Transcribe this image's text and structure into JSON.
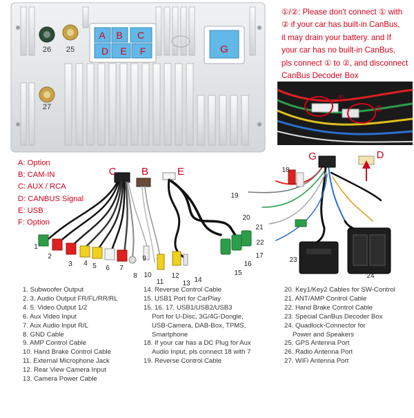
{
  "note": {
    "lines": [
      "①/②: Please don't connect ① with",
      "② if your car has built-in CanBus,",
      "it may drain your battery. and If",
      "your car has no built-in CanBus,",
      "pls connect ① to ②, and disconnect",
      "CanBus Decoder Box"
    ]
  },
  "connector_letters": {
    "A": "A",
    "B": "B",
    "C": "C",
    "D": "D",
    "E": "E",
    "F": "F",
    "G": "G"
  },
  "port_numbers": {
    "p25": "25",
    "p26": "26",
    "p27": "27"
  },
  "legend": [
    "A: Option",
    "B: CAM-IN",
    "C: AUX / RCA",
    "D: CANBUS Signal",
    "E: USB",
    "F: Option"
  ],
  "cable_group_labels": {
    "C": "C",
    "B": "B",
    "E": "E",
    "G": "G",
    "D": "D"
  },
  "circled_labels": {
    "one": "①",
    "two": "②"
  },
  "cable_numbers": {
    "n1": "1",
    "n2": "2",
    "n3": "3",
    "n4": "4",
    "n5": "5",
    "n6": "6",
    "n7": "7",
    "n8": "8",
    "n9": "9",
    "n10": "10",
    "n11": "11",
    "n12": "12",
    "n13": "13",
    "n14": "14",
    "n15": "15",
    "n16": "16",
    "n17": "17",
    "n18": "18",
    "n19": "19",
    "n20": "20",
    "n21": "21",
    "n22": "22",
    "n23": "23",
    "n24": "24"
  },
  "list": {
    "col1": [
      "1. Subwoofer Output",
      "2. 3. Audio Output FR/FL/RR/RL",
      "4. 5. Video Output 1/2",
      "6. Aux Video Input",
      "7. Aux Audio Input R/L",
      "8. GND Cable",
      "9. AMP Control Cable",
      "10. Hand Brake Control Cable",
      "11. External Microphone Jack",
      "12. Rear View Camera Input",
      "13. Camera Power Cable"
    ],
    "col2": [
      "14. Reverse Control Cable",
      "15. USB1 Port for CarPlay",
      "15. 16. 17. USB1/USB2/USB3",
      "Port for U-Disc, 3G/4G-Dongle,",
      "USB-Camera, DAB-Box, TPMS,",
      "Smartphone",
      "18. If your car has a DC Plug for Aux",
      "Audio Input, pls connect 18 with 7",
      "19. Reverse Control Cable"
    ],
    "col3": [
      "20. Key1/Key2 Cables for SW-Control",
      "21. ANT/AMP Control Cable",
      "22. Hand Brake Control Cable",
      "23. Special CanBus Decoder Box",
      "24. Quadlock-Connector for",
      "Power and Speakers",
      "25. GPS Antenna Port",
      "26. Radio Antenna Port",
      "27. WiFi Antenna Port"
    ]
  },
  "colors": {
    "accent_red": "#d0021b",
    "connector_blue": "#62b8e6",
    "chassis": "#e4e6e8"
  }
}
